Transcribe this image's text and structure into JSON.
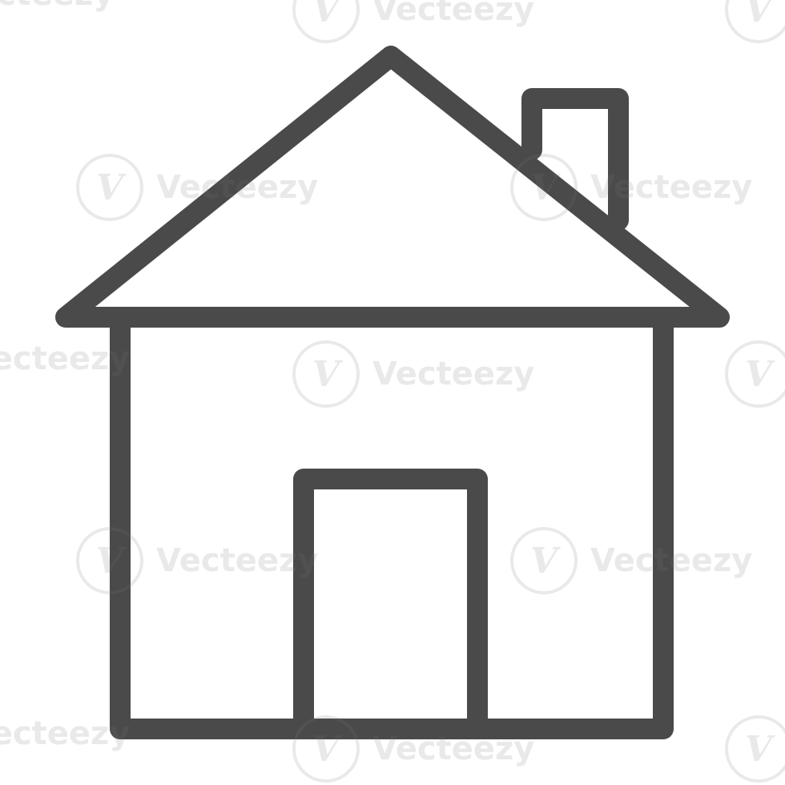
{
  "icon": {
    "name": "house-icon",
    "stroke_color": "#4a4a4a",
    "background_color": "#ffffff",
    "parts": [
      "roof",
      "chimney",
      "walls",
      "door"
    ]
  },
  "watermark": {
    "text": "Vecteezy",
    "logo_glyph": "V",
    "color": "#7a7a7a"
  }
}
